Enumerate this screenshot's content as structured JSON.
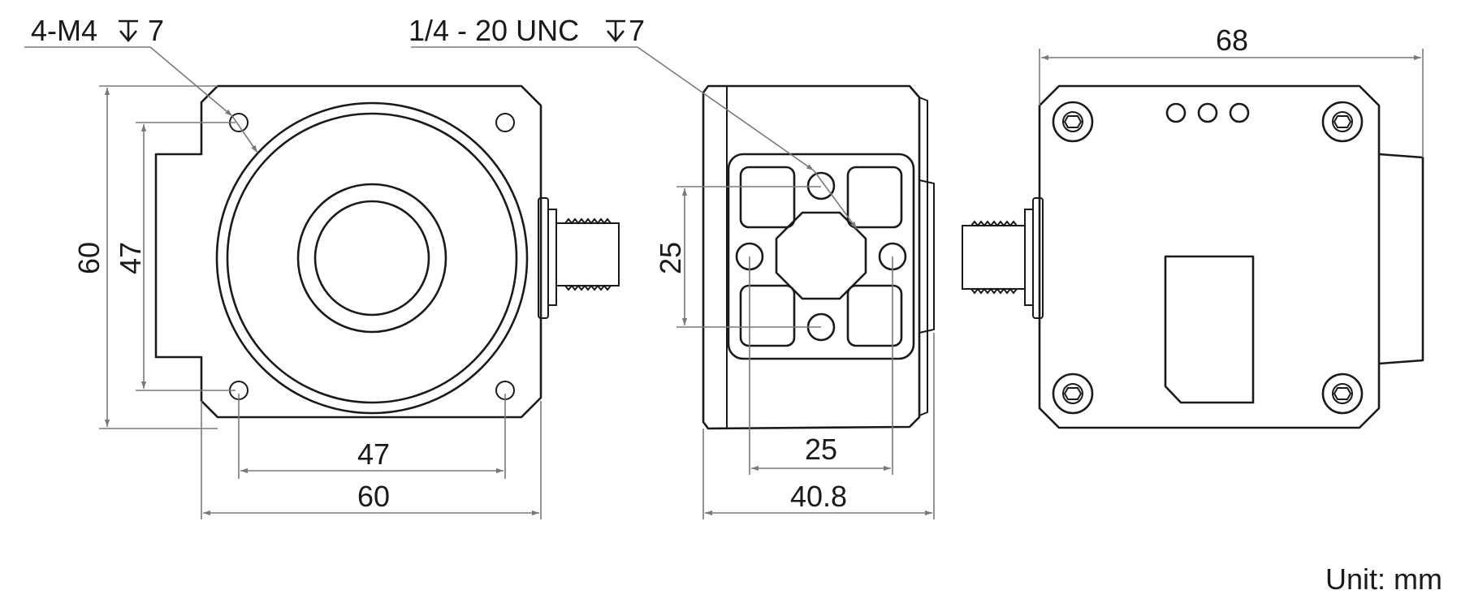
{
  "callouts": {
    "mount_holes": "4-M4",
    "mount_depth": "7",
    "tripod_thread": "1/4 - 20 UNC",
    "tripod_depth": "7"
  },
  "front_view": {
    "height": "60",
    "hole_pitch_v": "47",
    "hole_pitch_h": "47",
    "width": "60"
  },
  "side_view": {
    "hole_pitch_v": "25",
    "hole_pitch_h": "25",
    "length": "40.8"
  },
  "rear_view": {
    "total_width": "68"
  },
  "unit": "Unit: mm"
}
